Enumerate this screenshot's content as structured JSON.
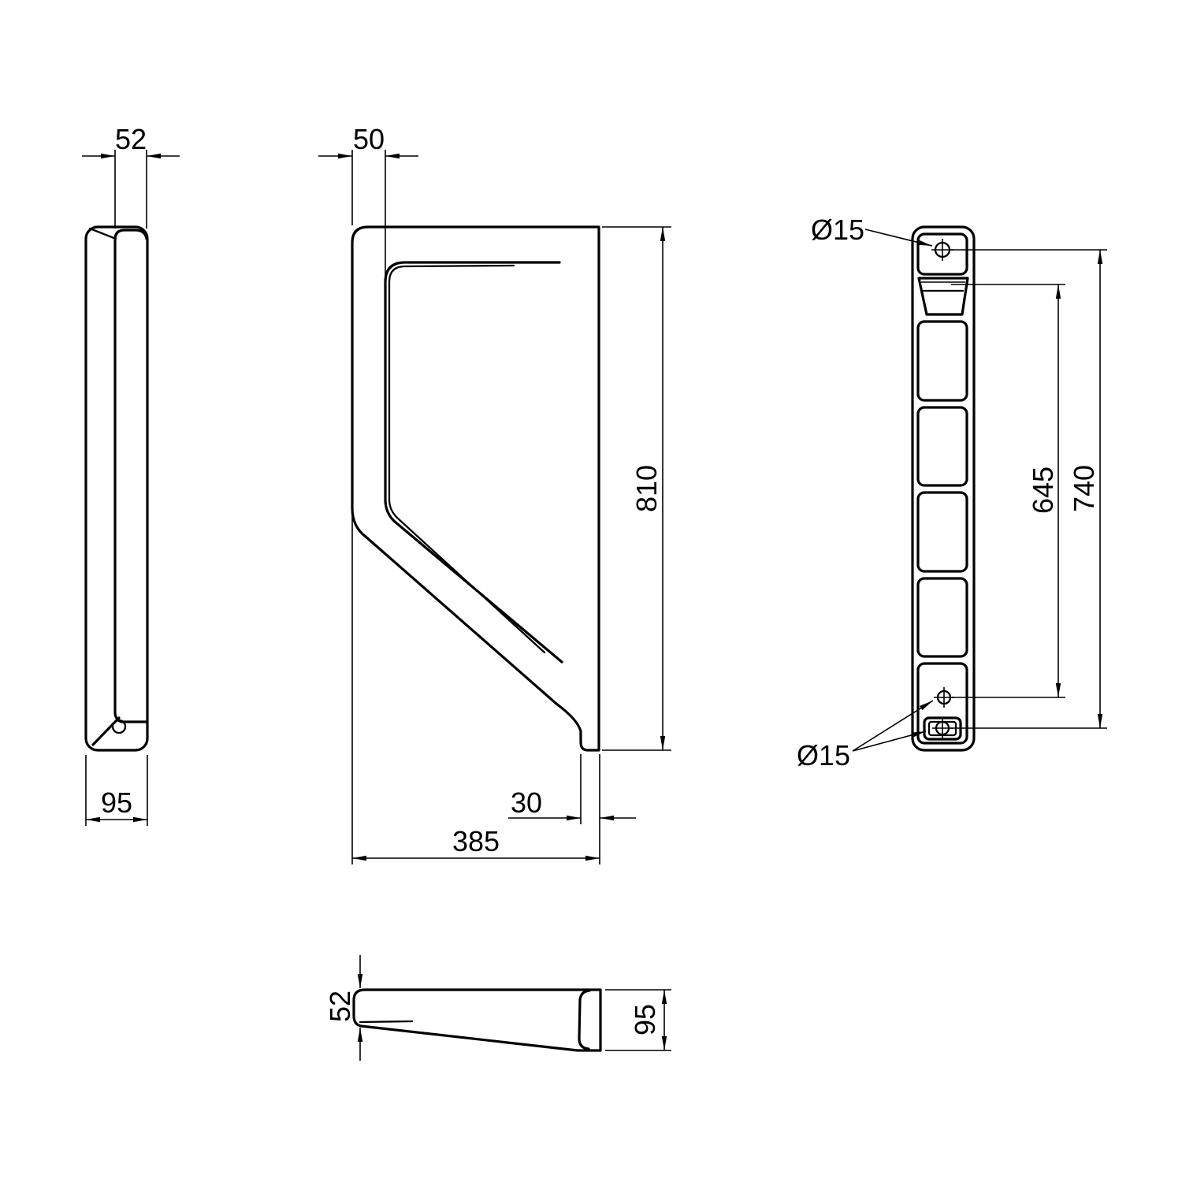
{
  "drawing": {
    "type": "technical-orthographic-drawing",
    "background_color": "#ffffff",
    "line_color": "#000000",
    "views": {
      "side": {
        "name": "side profile view",
        "dims": {
          "top_width": "52",
          "bottom_depth": "95"
        }
      },
      "front": {
        "name": "front view",
        "dims": {
          "front_edge": "50",
          "height": "810",
          "foot_inset": "30",
          "width": "385"
        }
      },
      "rear": {
        "name": "rear ribbed view",
        "dims": {
          "top_hole_dia": "Ø15",
          "bottom_holes_dia": "Ø15",
          "slot_to_hole": "645",
          "hole_spacing": "740"
        }
      },
      "bottom": {
        "name": "bottom view",
        "dims": {
          "front_thickness": "52",
          "rear_depth": "95"
        }
      }
    }
  }
}
